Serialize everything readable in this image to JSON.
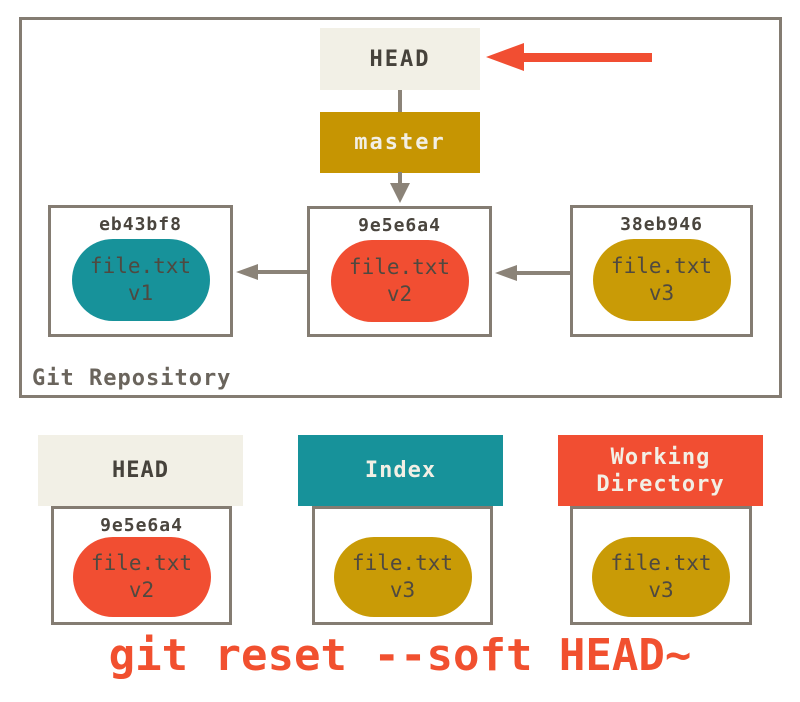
{
  "colors": {
    "bg": "#ffffff",
    "border": "#847C72",
    "arrow": "#8B8378",
    "red": "#F14E32",
    "cream": "#F2F0E6",
    "gold": "#C69502",
    "teal": "#17929A",
    "gold_blob": "#C99B06",
    "hash_text": "#4A453E",
    "blob_text": "#4F4940",
    "dark_text": "#46423B",
    "light_text": "#F2EFE5",
    "repo_label": "#6A645C",
    "caption": "#F1502F"
  },
  "repo": {
    "label": "Git Repository",
    "head": {
      "label": "HEAD"
    },
    "branch": {
      "label": "master"
    },
    "commits": [
      {
        "hash": "eb43bf8",
        "file": "file.txt",
        "version": "v1",
        "blob_color": "#17929A"
      },
      {
        "hash": "9e5e6a4",
        "file": "file.txt",
        "version": "v2",
        "blob_color": "#F14E32"
      },
      {
        "hash": "38eb946",
        "file": "file.txt",
        "version": "v3",
        "blob_color": "#C99B06"
      }
    ]
  },
  "areas": [
    {
      "title": "HEAD",
      "header_bg": "#F2F0E6",
      "header_fg": "#46423B",
      "hash": "9e5e6a4",
      "file": "file.txt",
      "version": "v2",
      "blob_color": "#F14E32"
    },
    {
      "title": "Index",
      "header_bg": "#17929A",
      "header_fg": "#F2EFE5",
      "file": "file.txt",
      "version": "v3",
      "blob_color": "#C99B06"
    },
    {
      "title": "Working Directory",
      "header_bg": "#F14E32",
      "header_fg": "#F2EFE5",
      "file": "file.txt",
      "version": "v3",
      "blob_color": "#C99B06"
    }
  ],
  "caption": "git reset --soft HEAD~"
}
